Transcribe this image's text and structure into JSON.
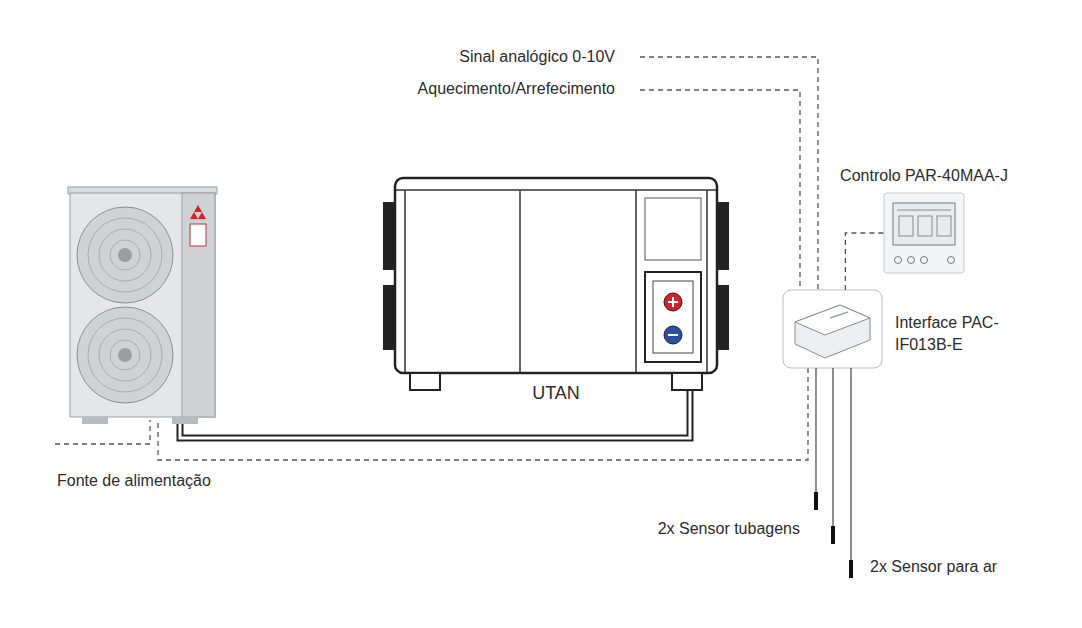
{
  "diagram": {
    "nodes": [
      {
        "text": [
          "UTAN"
        ]
      },
      {
        "text": [
          "Controlo PAR-40MAA-J"
        ]
      },
      {
        "text": [
          "Interface PAC-IF013B-E"
        ]
      }
    ],
    "edges": [
      {
        "from": 2,
        "to": 1,
        "arrow": "none"
      }
    ],
    "labels": [
      "Sinal analógico 0-10V",
      "Aquecimento/Arrefecimento",
      "Fonte de alimentação",
      "2x Sensor tubagens",
      "2x Sensor para ar"
    ]
  }
}
